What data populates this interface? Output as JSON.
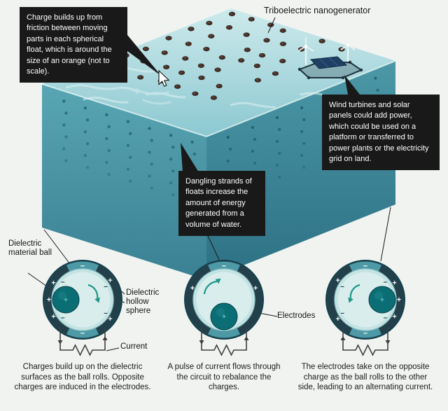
{
  "title_label": "Triboelectric nanogenerator",
  "callouts": {
    "friction": "Charge builds up from friction between moving parts in each spherical float, which is around the size of an orange (not to scale).",
    "wind_solar": "Wind turbines and solar panels could add power, which could be used on a platform or transferred to power plants or the electricity grid on land.",
    "dangling": "Dangling strands of floats increase the amount of energy generated from a volume of water."
  },
  "labels": {
    "dielectric_ball": "Dielectric material ball",
    "dielectric_sphere": "Dielectric hollow sphere",
    "current": "Current",
    "electrodes": "Electrodes"
  },
  "captions": {
    "left": "Charges build up on the dielectric surfaces as the ball rolls. Opposite charges are induced in the electrodes.",
    "middle": "A pulse of current flows through the circuit to rebalance the charges.",
    "right": "The electrodes take on the opposite charge as the ball rolls to the other side, leading to an alternating current."
  },
  "colors": {
    "water_top_light": "#cdeaec",
    "water_top_dark": "#8cc8d1",
    "water_front_top": "#58a6b3",
    "water_front_bottom": "#3a8093",
    "water_side_top": "#4b98a7",
    "water_side_bottom": "#2d7084",
    "callout_bg": "#191919",
    "callout_text": "#ffffff",
    "float_fill": "#463129",
    "ring_base": "#4e99a6",
    "electrode": "#233f4a",
    "sphere_inner": "#d9edec",
    "ball": "#0a6e74",
    "arrow_teal": "#1e9688",
    "wire": "#3f3f3f"
  },
  "diagrams": [
    {
      "name": "charge-buildup",
      "ball_angle": 180,
      "ball_sign": "+",
      "signs": [
        [
          90,
          "ring",
          "−"
        ],
        [
          270,
          "ring",
          "−"
        ],
        [
          150,
          "out",
          "+"
        ],
        [
          180,
          "out",
          "+"
        ],
        [
          210,
          "out",
          "+"
        ],
        [
          138,
          "in",
          "−"
        ],
        [
          222,
          "in",
          "−"
        ],
        [
          35,
          "out",
          "+"
        ],
        [
          325,
          "out",
          "+"
        ],
        [
          30,
          "in",
          "−"
        ],
        [
          330,
          "in",
          "−"
        ]
      ]
    },
    {
      "name": "current-pulse",
      "ball_angle": 270,
      "ball_sign": "+",
      "signs": [
        [
          90,
          "ring",
          "−"
        ],
        [
          160,
          "out",
          "+"
        ],
        [
          20,
          "out",
          "+"
        ]
      ]
    },
    {
      "name": "alternating-current",
      "ball_angle": 0,
      "ball_sign": "+",
      "signs": [
        [
          90,
          "ring",
          "−"
        ],
        [
          270,
          "ring",
          "−"
        ],
        [
          30,
          "out",
          "+"
        ],
        [
          0,
          "out",
          "+"
        ],
        [
          330,
          "out",
          "+"
        ],
        [
          42,
          "in",
          "−"
        ],
        [
          318,
          "in",
          "−"
        ],
        [
          145,
          "out",
          "+"
        ],
        [
          215,
          "out",
          "+"
        ],
        [
          150,
          "in",
          "−"
        ],
        [
          210,
          "in",
          "−"
        ]
      ]
    }
  ]
}
